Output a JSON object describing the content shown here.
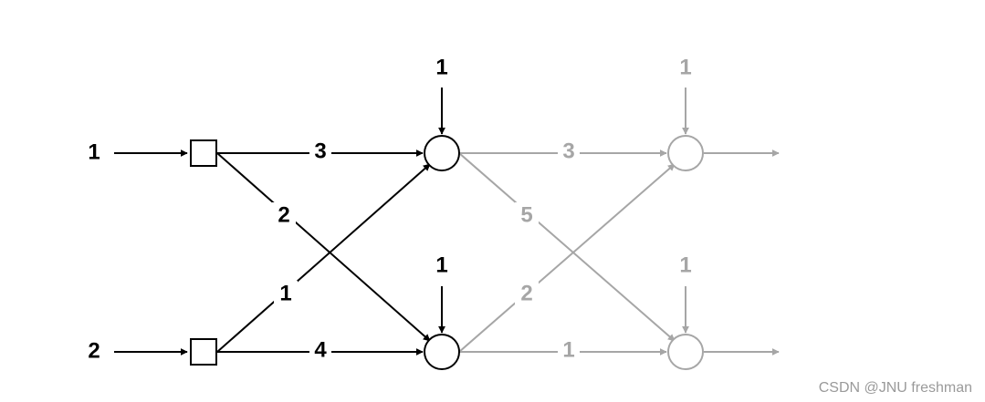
{
  "colors": {
    "active": "#000000",
    "faded": "#a6a6a6",
    "label_bg": "#ffffff"
  },
  "diagram": {
    "inputs": {
      "top": "1",
      "bottom": "2"
    },
    "first_layer": {
      "top_to_top": "3",
      "top_to_bottom": "2",
      "bottom_to_top": "1",
      "bottom_to_bottom": "4",
      "bias_top": "1",
      "bias_bottom": "1"
    },
    "second_layer": {
      "top_to_top": "3",
      "top_to_bottom": "5",
      "bottom_to_top": "2",
      "bottom_to_bottom": "1",
      "bias_top": "1",
      "bias_bottom": "1"
    }
  },
  "watermark": "CSDN @JNU freshman"
}
